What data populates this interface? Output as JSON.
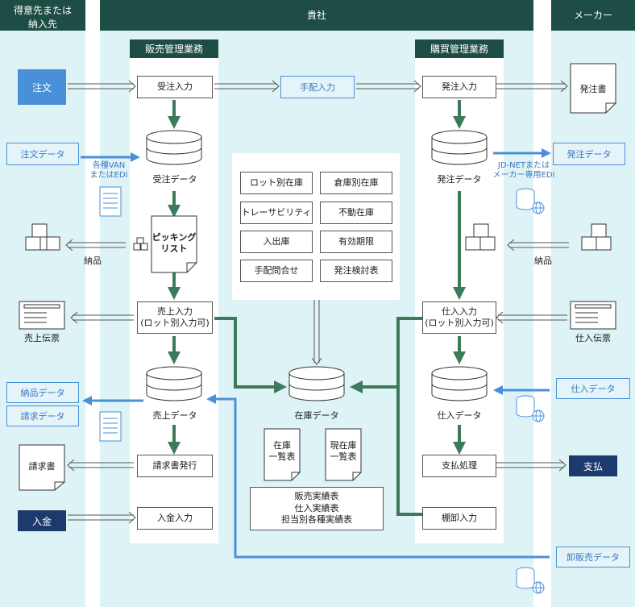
{
  "headers": {
    "customer": [
      "得意先または",
      "納入先"
    ],
    "company": "貴社",
    "maker": "メーカー"
  },
  "sections": {
    "sales": "販売管理業務",
    "purchase": "購買管理業務"
  },
  "sales_flow": {
    "order_entry": "受注入力",
    "order_data": "受注データ",
    "picking": [
      "ピッキング",
      "リスト"
    ],
    "sales_entry": [
      "売上入力",
      "(ロット別入力可)"
    ],
    "sales_data": "売上データ",
    "invoice_issue": "請求書発行",
    "payment_entry": "入金入力"
  },
  "purchase_flow": {
    "arrange_entry": "手配入力",
    "po_entry": "発注入力",
    "po_data": "発注データ",
    "receipt_entry": [
      "仕入入力",
      "(ロット別入力可)"
    ],
    "receipt_data": "仕入データ",
    "payment_process": "支払処理",
    "stocktake_entry": "棚卸入力"
  },
  "inventory_panel": {
    "items": [
      "ロット別在庫",
      "倉庫別在庫",
      "トレーサビリティ",
      "不動在庫",
      "入出庫",
      "有効期限",
      "手配問合せ",
      "発注検討表"
    ]
  },
  "inventory": {
    "stock_data": "在庫データ",
    "stock_list": [
      "在庫",
      "一覧表"
    ],
    "current_stock_list": [
      "現在庫",
      "一覧表"
    ],
    "reports": [
      "販売実績表",
      "仕入実績表",
      "担当別各種実績表"
    ]
  },
  "customer_side": {
    "order": "注文",
    "order_data": "注文データ",
    "van_edi": [
      "各種VAN",
      "またはEDI"
    ],
    "delivery": "納品",
    "sales_slip": "売上伝票",
    "delivery_data": "納品データ",
    "billing_data": "請求データ",
    "invoice": "請求書",
    "payment": "入金"
  },
  "maker_side": {
    "po_doc": "発注書",
    "po_data": "発注データ",
    "jdnet": [
      "JD-NETまたは",
      "メーカー専用EDI"
    ],
    "delivery": "納品",
    "receipt_slip": "仕入伝票",
    "receipt_data": "仕入データ",
    "payment": "支払",
    "wholesale_data": "卸販売データ"
  },
  "colors": {
    "dark_green": "#1d4d44",
    "band": "#def3f6",
    "blue": "#4a90d9",
    "navy": "#1c3a6b",
    "green_arrow": "#3d7a5c"
  }
}
